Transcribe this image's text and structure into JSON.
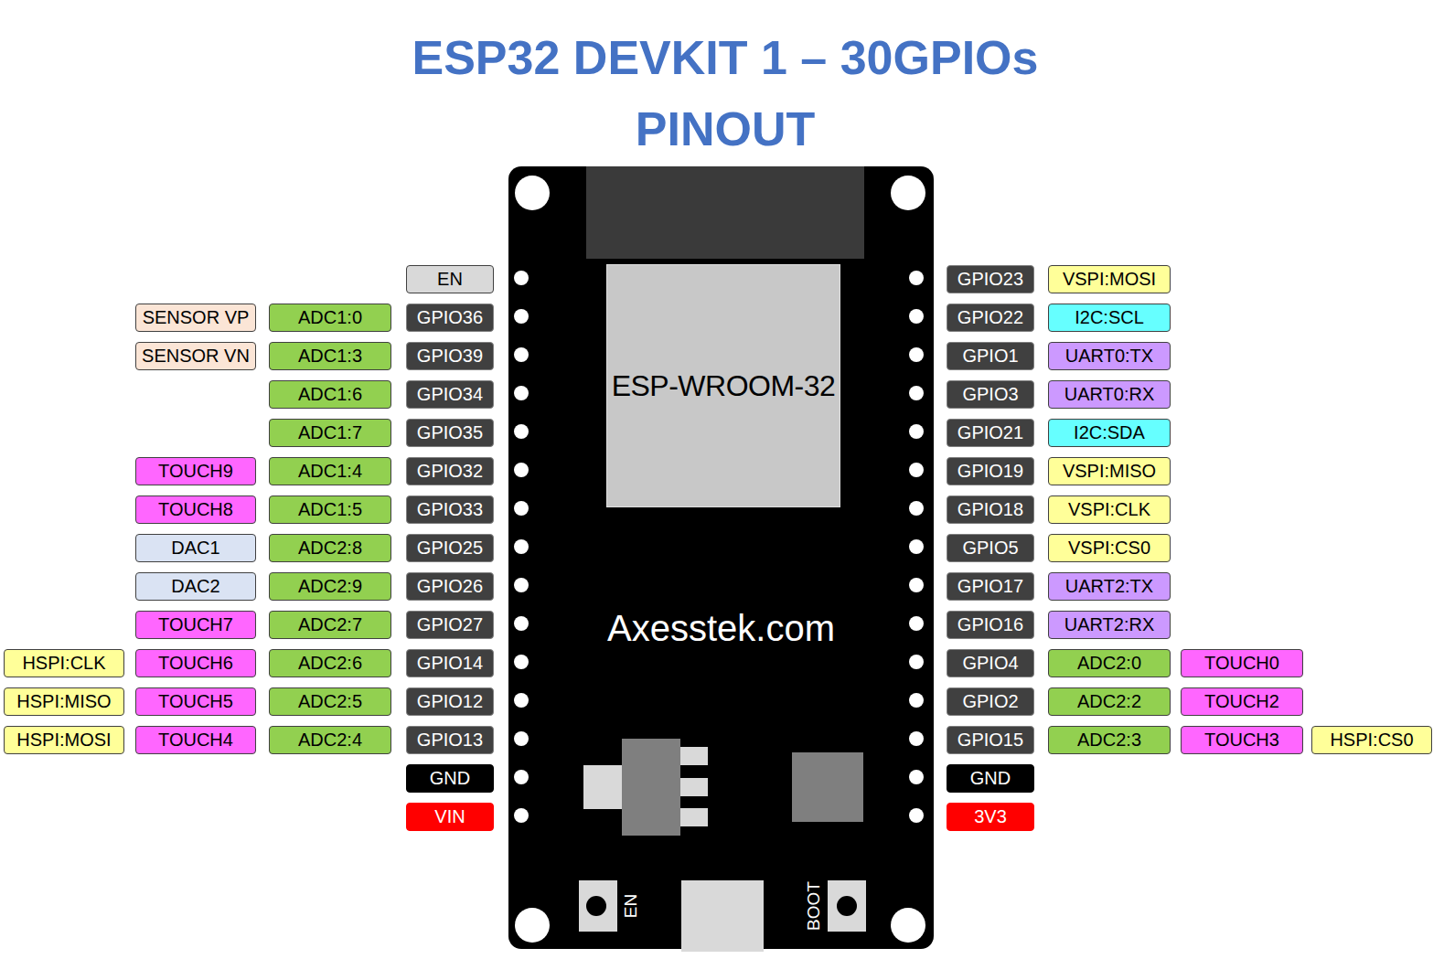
{
  "diagram": {
    "title": "ESP32 DEVKIT 1 – 30GPIOs PINOUT",
    "nodes": [
      {
        "text": [
          "Axesstek.com"
        ]
      },
      {
        "text": [
          "ESP-WROOM-32"
        ],
        "in": 0
      },
      {
        "text": [
          "EN"
        ]
      },
      {
        "text": [
          "GPIO23"
        ]
      },
      {
        "text": [
          "VSPI:MOSI"
        ]
      },
      {
        "text": [
          "SENSOR VP"
        ]
      },
      {
        "text": [
          "ADC1:0"
        ]
      },
      {
        "text": [
          "GPIO36"
        ]
      },
      {
        "text": [
          "GPIO22"
        ]
      },
      {
        "text": [
          "I2C:SCL"
        ]
      },
      {
        "text": [
          "SENSOR VN"
        ]
      },
      {
        "text": [
          "ADC1:3"
        ]
      },
      {
        "text": [
          "GPIO39"
        ]
      },
      {
        "text": [
          "GPIO1"
        ]
      },
      {
        "text": [
          "UART0:TX"
        ]
      },
      {
        "text": [
          "ADC1:6"
        ]
      },
      {
        "text": [
          "GPIO34"
        ]
      },
      {
        "text": [
          "GPIO3"
        ]
      },
      {
        "text": [
          "UART0:RX"
        ]
      },
      {
        "text": [
          "ADC1:7"
        ]
      },
      {
        "text": [
          "GPIO35"
        ]
      },
      {
        "text": [
          "GPIO21"
        ]
      },
      {
        "text": [
          "I2C:SDA"
        ]
      },
      {
        "text": [
          "TOUCH9"
        ]
      },
      {
        "text": [
          "ADC1:4"
        ]
      },
      {
        "text": [
          "GPIO32"
        ]
      },
      {
        "text": [
          "GPIO19"
        ]
      },
      {
        "text": [
          "VSPI:MISO"
        ]
      },
      {
        "text": [
          "TOUCH8"
        ]
      },
      {
        "text": [
          "ADC1:5"
        ]
      },
      {
        "text": [
          "GPIO33"
        ]
      },
      {
        "text": [
          "GPIO18"
        ]
      },
      {
        "text": [
          "VSPI:CLK"
        ]
      },
      {
        "text": [
          "DAC1"
        ]
      },
      {
        "text": [
          "ADC2:8"
        ]
      },
      {
        "text": [
          "GPIO25"
        ]
      },
      {
        "text": [
          "GPIO5"
        ]
      },
      {
        "text": [
          "VSPI:CS0"
        ]
      },
      {
        "text": [
          "DAC2"
        ]
      },
      {
        "text": [
          "ADC2:9"
        ]
      },
      {
        "text": [
          "GPIO26"
        ]
      },
      {
        "text": [
          "GPIO17"
        ]
      },
      {
        "text": [
          "UART2:TX"
        ]
      },
      {
        "text": [
          "TOUCH7"
        ]
      },
      {
        "text": [
          "ADC2:7"
        ]
      },
      {
        "text": [
          "GPIO27"
        ]
      },
      {
        "text": [
          "GPIO16"
        ]
      },
      {
        "text": [
          "UART2:RX"
        ]
      },
      {
        "text": [
          "HSPI:CLK"
        ]
      },
      {
        "text": [
          "TOUCH6"
        ]
      },
      {
        "text": [
          "ADC2:6"
        ]
      },
      {
        "text": [
          "GPIO14"
        ]
      },
      {
        "text": [
          "GPIO4"
        ]
      },
      {
        "text": [
          "ADC2:0"
        ]
      },
      {
        "text": [
          "TOUCH0"
        ]
      },
      {
        "text": [
          "HSPI:MISO"
        ]
      },
      {
        "text": [
          "TOUCH5"
        ]
      },
      {
        "text": [
          "ADC2:5"
        ]
      },
      {
        "text": [
          "GPIO12"
        ]
      },
      {
        "text": [
          "GPIO2"
        ]
      },
      {
        "text": [
          "ADC2:2"
        ]
      },
      {
        "text": [
          "TOUCH2"
        ]
      },
      {
        "text": [
          "HSPI:MOSI"
        ]
      },
      {
        "text": [
          "TOUCH4"
        ]
      },
      {
        "text": [
          "ADC2:4"
        ]
      },
      {
        "text": [
          "GPIO13"
        ]
      },
      {
        "text": [
          "GPIO15"
        ]
      },
      {
        "text": [
          "ADC2:3"
        ]
      },
      {
        "text": [
          "TOUCH3"
        ]
      },
      {
        "text": [
          "HSPI:CS0"
        ]
      },
      {
        "text": [
          "GND"
        ]
      },
      {
        "text": [
          "GND"
        ]
      },
      {
        "text": [
          "VIN"
        ]
      },
      {
        "text": [
          "3V3"
        ]
      }
    ],
    "labels": [
      "EN",
      "BOOT"
    ]
  }
}
